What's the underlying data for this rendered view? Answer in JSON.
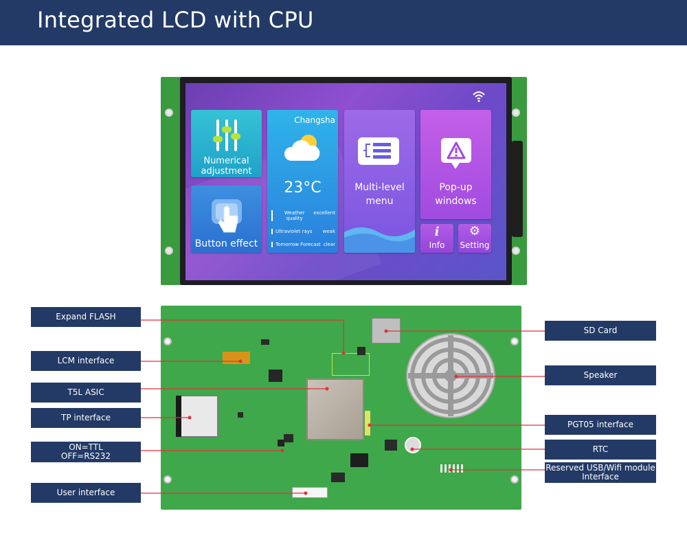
{
  "header": {
    "title": "Integrated LCD with CPU"
  },
  "screen": {
    "tiles": {
      "numerical": "Numerical adjustment",
      "button_effect": "Button effect",
      "city": "Changsha",
      "temperature": "23°C",
      "weather_rows": [
        {
          "label": "Weather quality",
          "value": "excellent"
        },
        {
          "label": "Ultraviolet rays",
          "value": "weak"
        },
        {
          "label": "Tomorrow Forecast",
          "value": "clear"
        }
      ],
      "menu": "Multi-level menu",
      "popup": "Pop-up windows",
      "info": "Info",
      "setting": "Setting"
    }
  },
  "callouts_left": {
    "expand_flash": "Expand FLASH",
    "lcm_interface": "LCM interface",
    "t5l_asic": "T5L ASIC",
    "tp_interface": "TP interface",
    "on_ttl": "ON=TTL",
    "off_rs232": "OFF=RS232",
    "user_interface": "User interface"
  },
  "callouts_right": {
    "sd_card": "SD Card",
    "speaker": "Speaker",
    "pgt05": "PGT05 interface",
    "rtc": "RTC",
    "usb_wifi_1": "Reserved USB/Wifi module",
    "usb_wifi_2": "Interface"
  },
  "colors": {
    "header_bg": "#233a66",
    "callout_line": "#e0303a",
    "pcb": "#3fa84a"
  }
}
